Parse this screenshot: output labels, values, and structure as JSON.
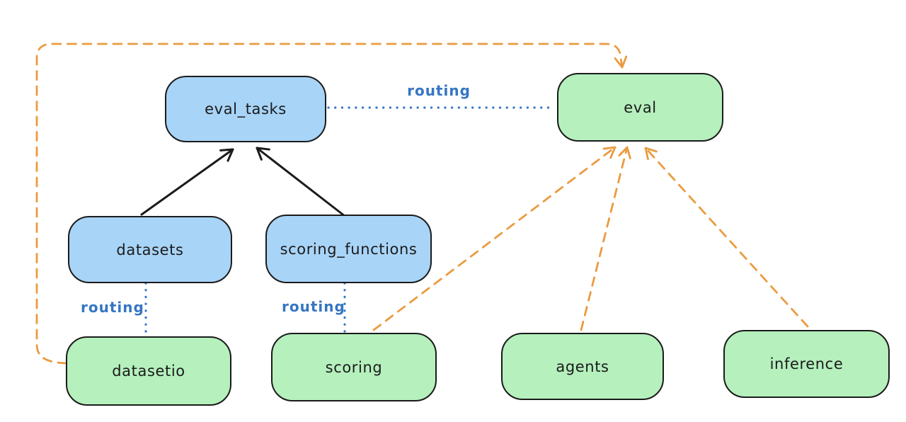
{
  "colors": {
    "ink": "#1b1b1b",
    "blue_fill": "#a8d4f7",
    "green_fill": "#b5f0bd",
    "routing_blue": "#3576c2",
    "orange": "#eb9b3f",
    "background": "#ffffff"
  },
  "nodes": {
    "eval_tasks": {
      "label": "eval_tasks",
      "fill": "blue"
    },
    "eval": {
      "label": "eval",
      "fill": "green"
    },
    "datasets": {
      "label": "datasets",
      "fill": "blue"
    },
    "scoring_functions": {
      "label": "scoring_functions",
      "fill": "blue"
    },
    "datasetio": {
      "label": "datasetio",
      "fill": "green"
    },
    "scoring": {
      "label": "scoring",
      "fill": "green"
    },
    "agents": {
      "label": "agents",
      "fill": "green"
    },
    "inference": {
      "label": "inference",
      "fill": "green"
    }
  },
  "edge_labels": {
    "routing_eval": "routing",
    "routing_datasets": "routing",
    "routing_scoring": "routing"
  },
  "edges": [
    {
      "from": "datasets",
      "to": "eval_tasks",
      "style": "solid-arrow",
      "color": "ink"
    },
    {
      "from": "scoring_functions",
      "to": "eval_tasks",
      "style": "solid-arrow",
      "color": "ink"
    },
    {
      "from": "eval_tasks",
      "to": "eval",
      "style": "dotted",
      "color": "routing_blue",
      "label": "routing"
    },
    {
      "from": "datasets",
      "to": "datasetio",
      "style": "dotted",
      "color": "routing_blue",
      "label": "routing"
    },
    {
      "from": "scoring_functions",
      "to": "scoring",
      "style": "dotted",
      "color": "routing_blue",
      "label": "routing"
    },
    {
      "from": "datasetio",
      "to": "eval",
      "style": "dashed-arrow",
      "color": "orange"
    },
    {
      "from": "scoring",
      "to": "eval",
      "style": "dashed-arrow",
      "color": "orange"
    },
    {
      "from": "agents",
      "to": "eval",
      "style": "dashed-arrow",
      "color": "orange"
    },
    {
      "from": "inference",
      "to": "eval",
      "style": "dashed-arrow",
      "color": "orange"
    }
  ]
}
